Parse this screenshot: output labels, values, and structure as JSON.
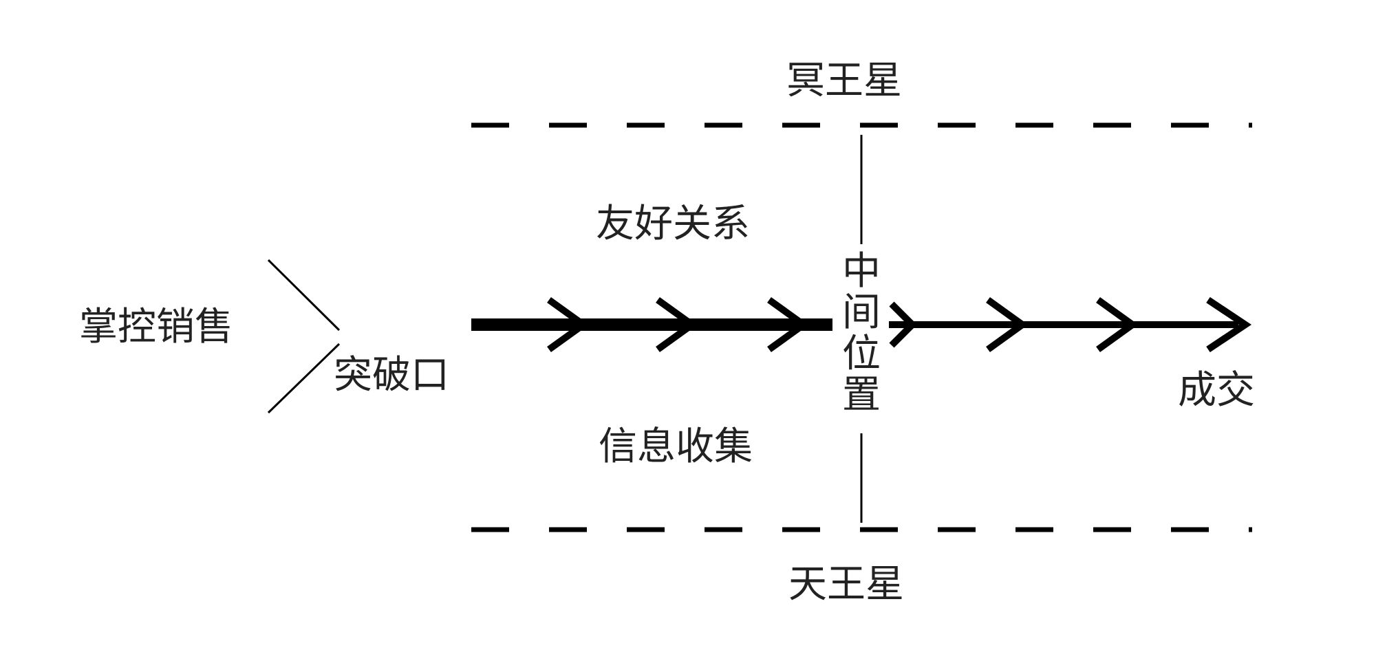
{
  "labels": {
    "top": "冥王星",
    "bottom": "天王星",
    "upper": "友好关系",
    "lower": "信息收集",
    "left": "掌控销售",
    "entry": "突破口",
    "middle": "中间位置",
    "end": "成交"
  },
  "colors": {
    "line": "#000000",
    "text": "#222222"
  }
}
